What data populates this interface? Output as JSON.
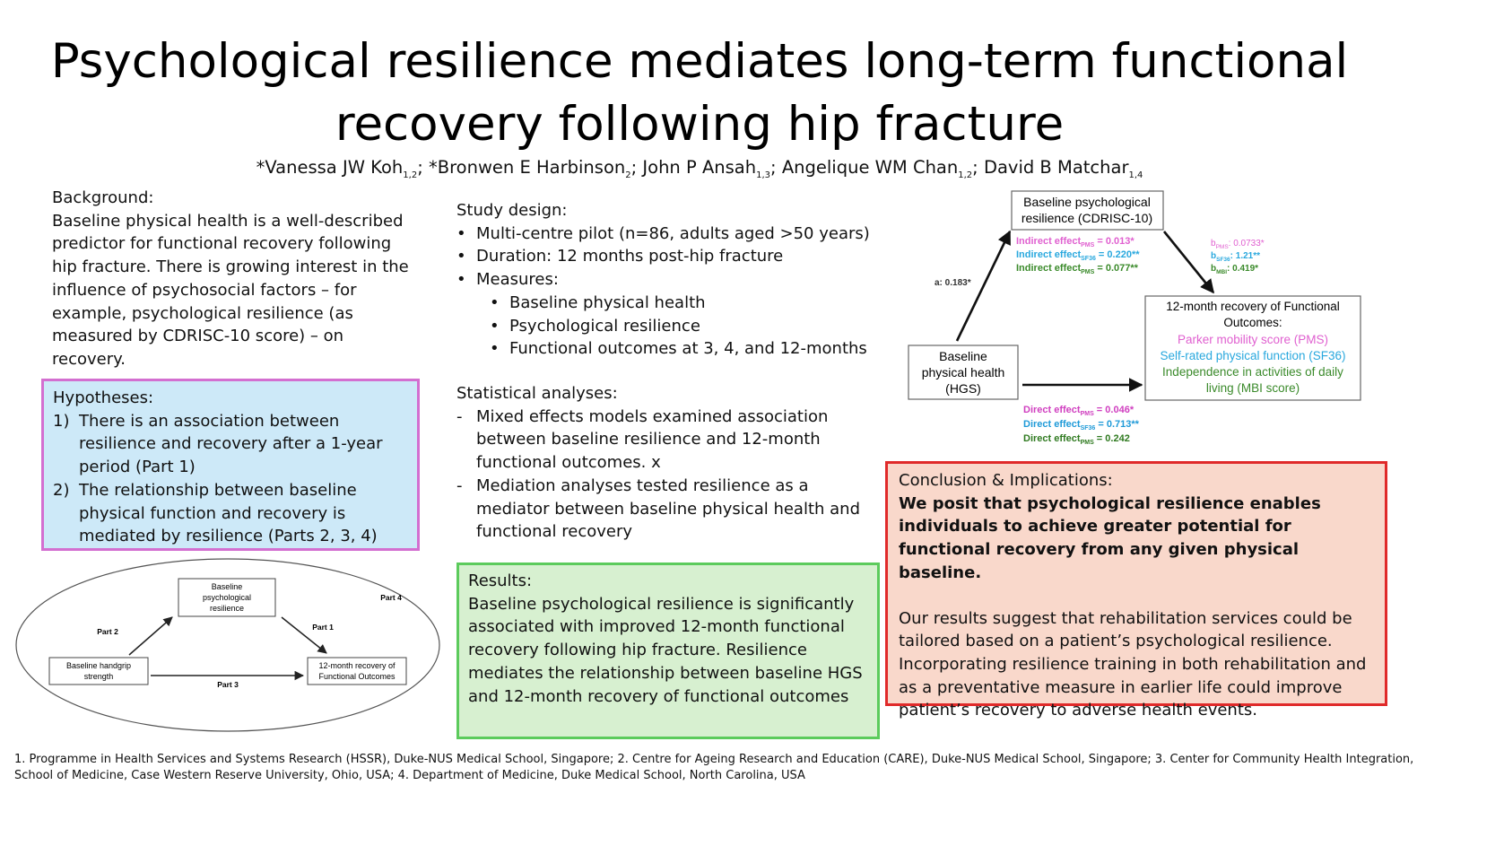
{
  "title": {
    "line1": "Psychological resilience mediates long-term functional",
    "line2": "recovery following hip fracture"
  },
  "authors": [
    {
      "name": "*Vanessa JW Koh",
      "sup": "1,2",
      "sep": "; "
    },
    {
      "name": "*Bronwen E Harbinson",
      "sup": "2",
      "sep": "; "
    },
    {
      "name": "John P  Ansah",
      "sup": "1,3",
      "sep": "; "
    },
    {
      "name": "Angelique WM Chan",
      "sup": "1,2",
      "sep": "; "
    },
    {
      "name": "David B Matchar",
      "sup": "1,4",
      "sep": ""
    }
  ],
  "background": {
    "heading": "Background:",
    "text": "Baseline physical health is a well-described predictor for functional recovery following hip fracture. There is growing interest in the influence of psychosocial factors – for example, psychological resilience (as measured by CDRISC-10 score) – on recovery."
  },
  "hypotheses": {
    "heading": "Hypotheses:",
    "items": [
      {
        "num": "1)",
        "text": "There is an association between resilience and recovery after a 1-year period (Part 1)"
      },
      {
        "num": "2)",
        "text": "The relationship between baseline physical function and recovery is mediated by resilience (Parts 2, 3, 4)"
      }
    ]
  },
  "study_design": {
    "heading": "Study design:",
    "items": [
      "Multi-centre pilot (n=86, adults aged >50 years)",
      "Duration: 12 months post-hip fracture",
      "Measures:"
    ],
    "measures": [
      "Baseline physical health",
      "Psychological resilience",
      "Functional outcomes at 3, 4, and 12-months"
    ]
  },
  "statistical": {
    "heading": "Statistical analyses:",
    "items": [
      "Mixed effects models examined association between baseline resilience and 12-month functional outcomes. x",
      "Mediation analyses tested resilience as a mediator between baseline physical health and functional recovery"
    ]
  },
  "results": {
    "heading": "Results:",
    "text": "Baseline psychological resilience is significantly associated with improved 12-month functional recovery following hip fracture. Resilience mediates the relationship between baseline HGS and 12-month recovery of functional outcomes"
  },
  "conclusion": {
    "heading": "Conclusion & Implications:",
    "bold": "We posit that psychological resilience enables individuals to achieve greater potential for functional recovery from any given physical baseline.",
    "text": "Our results suggest that rehabilitation services could be tailored based on a patient’s psychological resilience. Incorporating resilience training in both rehabilitation and as a preventative measure in earlier life could improve patient’s recovery to adverse health events."
  },
  "model_diagram": {
    "box_resilience": [
      "Baseline",
      "psychological",
      "resilience"
    ],
    "box_handgrip": [
      "Baseline handgrip",
      "strength"
    ],
    "box_outcomes": [
      "12-month recovery of",
      "Functional Outcomes"
    ],
    "part1": "Part 1",
    "part2": "Part 2",
    "part3": "Part 3",
    "part4": "Part 4"
  },
  "mediation_diagram": {
    "box_resilience": [
      "Baseline psychological",
      "resilience (CDRISC-10)"
    ],
    "box_physical": [
      "Baseline",
      "physical health",
      "(HGS)"
    ],
    "box_outcomes_title": [
      "12-month recovery of Functional",
      "Outcomes:"
    ],
    "outcome_pms": "Parker mobility score (PMS)",
    "outcome_sf36": "Self-rated physical function (SF36)",
    "outcome_mbi": [
      "Independence in activities of daily",
      "living (MBI score)"
    ],
    "a_path": "a: 0.183*",
    "indirect": [
      {
        "label": "Indirect effect",
        "sub": "PMS",
        "value": " = 0.013*",
        "color": "#e060d0"
      },
      {
        "label": "Indirect effect",
        "sub": "SF36",
        "value": " = 0.220**",
        "color": "#29a8de"
      },
      {
        "label": "Indirect effect",
        "sub": "PMS",
        "value": " = 0.077**",
        "color": "#3a8a2a"
      }
    ],
    "b_paths": [
      {
        "label": "b",
        "sub": "PMS",
        "value": ": 0.0733*",
        "color": "#e060d0"
      },
      {
        "label": "b",
        "sub": "SF36",
        "value": ": 1.21**",
        "color": "#29a8de"
      },
      {
        "label": "b",
        "sub": "MBI",
        "value": ": 0.419*",
        "color": "#3a8a2a"
      }
    ],
    "direct": [
      {
        "label": "Direct effect",
        "sub": "PMS",
        "value": " = 0.046*",
        "color": "#d040c0"
      },
      {
        "label": "Direct effect",
        "sub": "SF36",
        "value": " = 0.713**",
        "color": "#1f9ad8"
      },
      {
        "label": "Direct effect",
        "sub": "PMS",
        "value": " = 0.242",
        "color": "#2f7a20"
      }
    ],
    "colors": {
      "pms": "#e060d0",
      "sf36": "#29a8de",
      "mbi": "#3a8a2a"
    }
  },
  "footer": {
    "line1": "1. Programme in Health Services and Systems Research (HSSR), Duke-NUS Medical School, Singapore; 2. Centre for Ageing Research and Education (CARE), Duke-NUS Medical School, Singapore; 3. Center for Community Health Integration,",
    "line2": "School of Medicine, Case Western Reserve University, Ohio, USA; 4. Department of Medicine, Duke Medical School, North Carolina, USA"
  },
  "accent_colors": {
    "hypotheses_border": "#d36fd0",
    "hypotheses_bg": "#cde9f8",
    "results_border": "#5ccb5c",
    "results_bg": "#d7f0d0",
    "conclusion_border": "#e02a2a",
    "conclusion_bg": "#f9d8cb"
  }
}
